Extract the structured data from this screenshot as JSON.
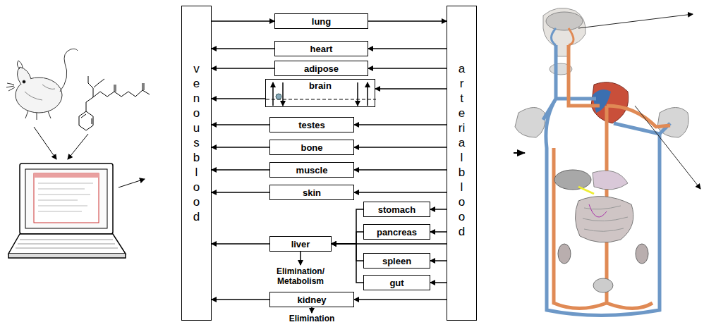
{
  "diagram": {
    "nodes": [
      {
        "text": [
          "venous blood"
        ]
      },
      {
        "text": [
          "arterial blood"
        ]
      },
      {
        "text": [
          "lung"
        ]
      },
      {
        "text": [
          "heart"
        ]
      },
      {
        "text": [
          "adipose"
        ]
      },
      {
        "text": [
          "brain"
        ]
      },
      {
        "text": [
          "testes"
        ]
      },
      {
        "text": [
          "bone"
        ]
      },
      {
        "text": [
          "muscle"
        ]
      },
      {
        "text": [
          "skin"
        ]
      },
      {
        "text": [
          "stomach"
        ]
      },
      {
        "text": [
          "pancreas"
        ]
      },
      {
        "text": [
          "spleen"
        ]
      },
      {
        "text": [
          "gut"
        ]
      },
      {
        "text": [
          "liver"
        ]
      },
      {
        "text": [
          "kidney"
        ]
      }
    ],
    "edges": [
      {
        "from": 0,
        "to": 2,
        "arrow": "to"
      },
      {
        "from": 2,
        "to": 1,
        "arrow": "to"
      },
      {
        "from": 1,
        "to": 3,
        "arrow": "to"
      },
      {
        "from": 3,
        "to": 0,
        "arrow": "to"
      },
      {
        "from": 1,
        "to": 4,
        "arrow": "to"
      },
      {
        "from": 4,
        "to": 0,
        "arrow": "to"
      },
      {
        "from": 1,
        "to": 5,
        "arrow": "to"
      },
      {
        "from": 5,
        "to": 0,
        "arrow": "to"
      },
      {
        "from": 1,
        "to": 6,
        "arrow": "to"
      },
      {
        "from": 6,
        "to": 0,
        "arrow": "to"
      },
      {
        "from": 1,
        "to": 7,
        "arrow": "to"
      },
      {
        "from": 7,
        "to": 0,
        "arrow": "to"
      },
      {
        "from": 1,
        "to": 8,
        "arrow": "to"
      },
      {
        "from": 8,
        "to": 0,
        "arrow": "to"
      },
      {
        "from": 1,
        "to": 9,
        "arrow": "to"
      },
      {
        "from": 9,
        "to": 0,
        "arrow": "to"
      },
      {
        "from": 1,
        "to": 10,
        "arrow": "to"
      },
      {
        "from": 1,
        "to": 11,
        "arrow": "to"
      },
      {
        "from": 1,
        "to": 12,
        "arrow": "to"
      },
      {
        "from": 1,
        "to": 13,
        "arrow": "to"
      },
      {
        "from": 10,
        "to": 14,
        "arrow": "to"
      },
      {
        "from": 11,
        "to": 14,
        "arrow": "to"
      },
      {
        "from": 12,
        "to": 14,
        "arrow": "to"
      },
      {
        "from": 13,
        "to": 14,
        "arrow": "to"
      },
      {
        "from": 1,
        "to": 14,
        "arrow": "to"
      },
      {
        "from": 14,
        "to": 0,
        "arrow": "to"
      },
      {
        "from": 1,
        "to": 15,
        "arrow": "to"
      },
      {
        "from": 15,
        "to": 0,
        "arrow": "to"
      }
    ],
    "labels": [
      "Elimination/ Metabolism",
      "Elimination"
    ]
  }
}
